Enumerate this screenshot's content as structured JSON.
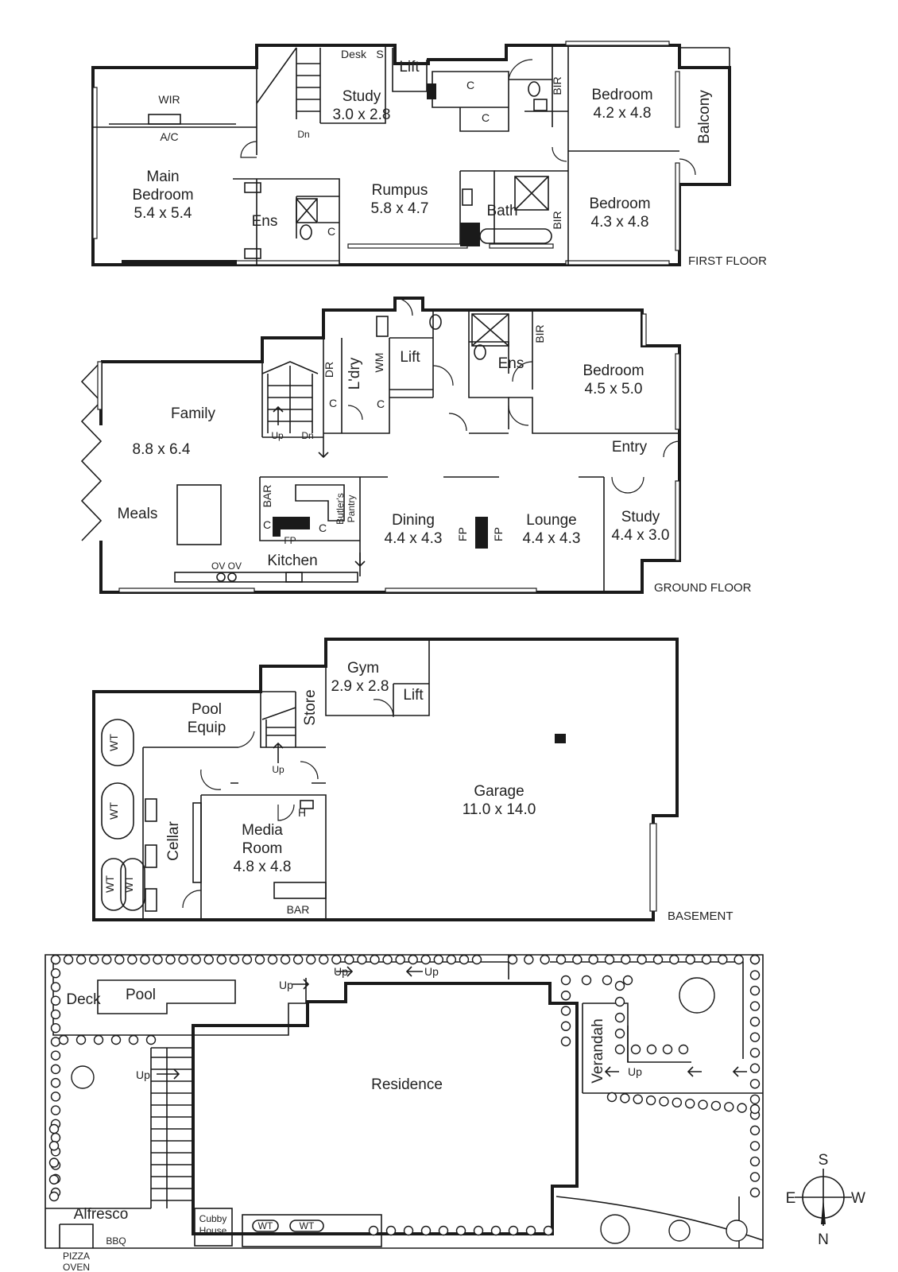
{
  "floors": {
    "first": {
      "label": "FIRST FLOOR",
      "rooms": {
        "wir": "WIR",
        "ac": "A/C",
        "main_bed_name_1": "Main",
        "main_bed_name_2": "Bedroom",
        "main_bed_dim": "5.4 x 5.4",
        "ens": "Ens",
        "ens_c": "C",
        "desk": "Desk",
        "s": "S",
        "study_name": "Study",
        "study_dim": "3.0 x 2.8",
        "dn": "Dn",
        "lift": "Lift",
        "c1": "C",
        "c2": "C",
        "rumpus_name": "Rumpus",
        "rumpus_dim": "5.8 x 4.7",
        "bath": "Bath",
        "bir1": "BIR",
        "bir2": "BIR",
        "bed1_name": "Bedroom",
        "bed1_dim": "4.2 x 4.8",
        "bed2_name": "Bedroom",
        "bed2_dim": "4.3 x 4.8",
        "balcony": "Balcony"
      }
    },
    "ground": {
      "label": "GROUND FLOOR",
      "rooms": {
        "family": "Family",
        "family_dim": "8.8 x 6.4",
        "meals": "Meals",
        "up": "Up",
        "dn": "Dn",
        "dr": "DR",
        "c1": "C",
        "c2": "C",
        "ldry": "L'dry",
        "wm": "WM",
        "lift": "Lift",
        "ens": "Ens",
        "bir": "BIR",
        "bedroom": "Bedroom",
        "bedroom_dim": "4.5 x 5.0",
        "entry": "Entry",
        "bar": "BAR",
        "c3": "C",
        "c4": "C",
        "fp_kitchen": "FP",
        "butlers_1": "Butler's",
        "butlers_2": "Pantry",
        "kitchen": "Kitchen",
        "ov": "OV OV",
        "dining": "Dining",
        "dining_dim": "4.4 x 4.3",
        "fp1": "FP",
        "fp2": "FP",
        "lounge": "Lounge",
        "lounge_dim": "4.4 x 4.3",
        "study": "Study",
        "study_dim": "4.4 x 3.0"
      }
    },
    "basement": {
      "label": "BASEMENT",
      "rooms": {
        "gym": "Gym",
        "gym_dim": "2.9 x 2.8",
        "lift": "Lift",
        "store": "Store",
        "pool_equip_1": "Pool",
        "pool_equip_2": "Equip",
        "up": "Up",
        "wt1": "WT",
        "wt2": "WT",
        "wt3": "WT",
        "wt4": "WT",
        "cellar": "Cellar",
        "h": "H",
        "media_1": "Media",
        "media_2": "Room",
        "media_dim": "4.8 x 4.8",
        "bar": "BAR",
        "garage": "Garage",
        "garage_dim": "11.0 x 14.0"
      }
    },
    "site": {
      "labels": {
        "deck": "Deck",
        "pool": "Pool",
        "up1": "Up",
        "up2": "Up",
        "up3": "Up",
        "up4": "Up",
        "up5": "Up",
        "residence": "Residence",
        "verandah": "Verandah",
        "alfresco": "Alfresco",
        "bbq": "BBQ",
        "pizza_1": "PIZZA",
        "pizza_2": "OVEN",
        "cubby_1": "Cubby",
        "cubby_2": "House",
        "wt1": "WT",
        "wt2": "WT"
      }
    }
  },
  "compass": {
    "n": "N",
    "s": "S",
    "e": "E",
    "w": "W"
  }
}
